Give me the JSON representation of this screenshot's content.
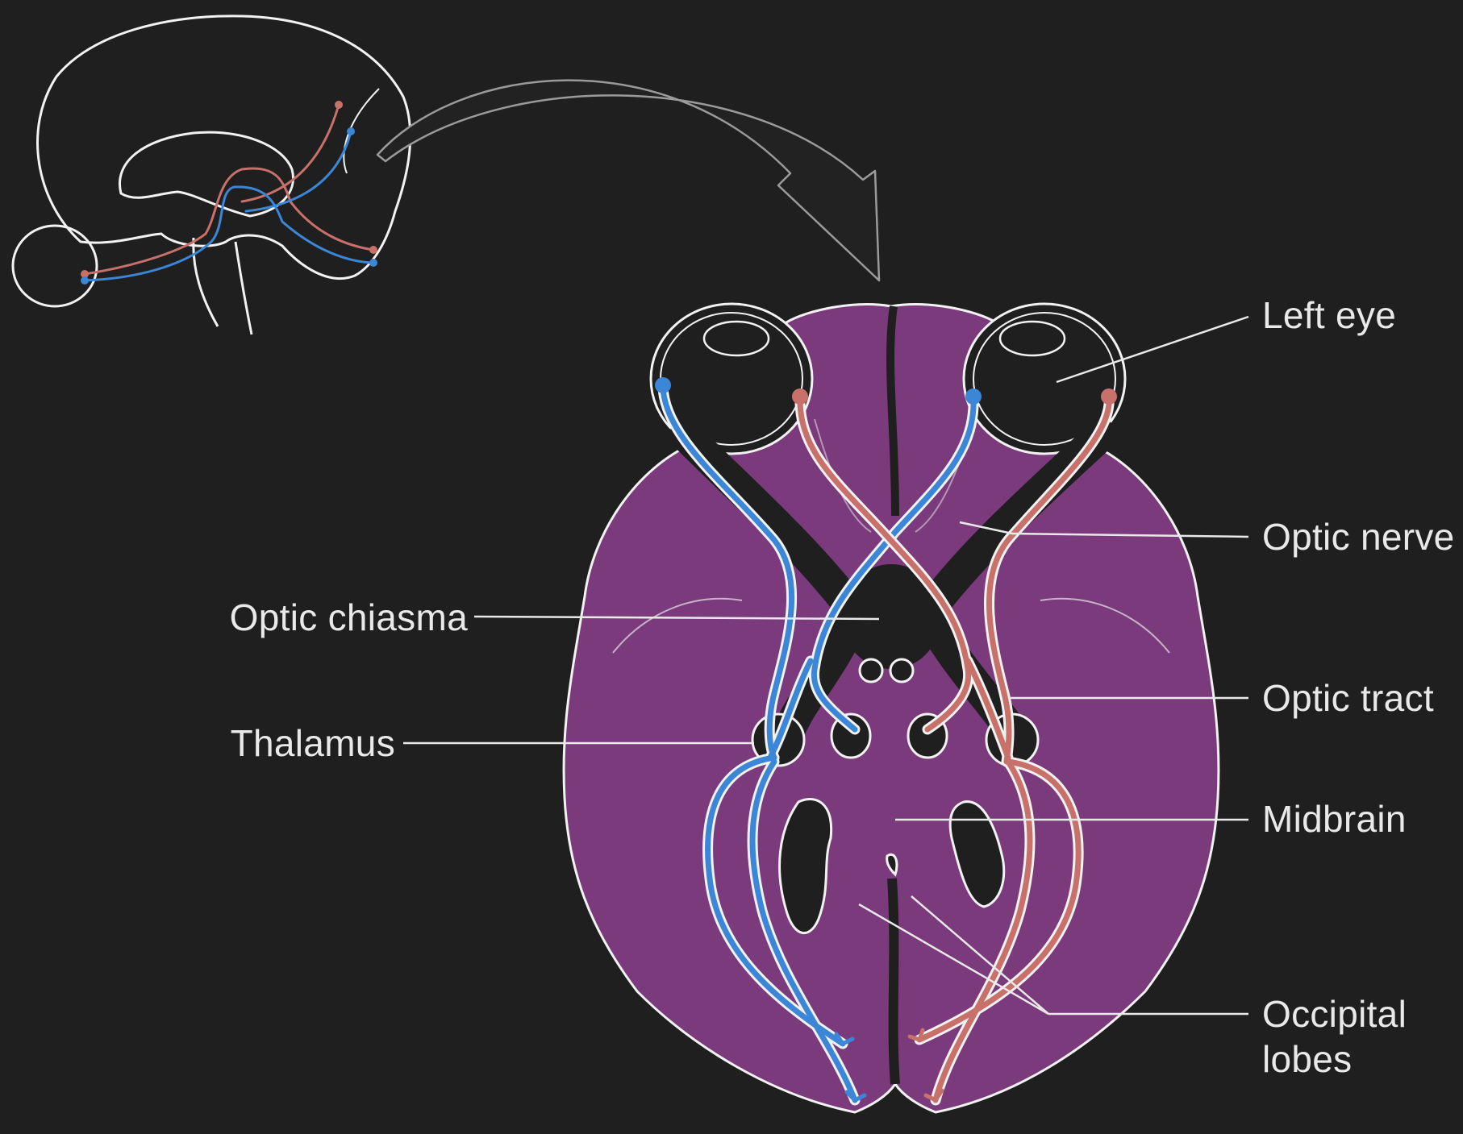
{
  "labels": {
    "left_eye": "Left eye",
    "optic_nerve": "Optic nerve",
    "optic_chiasma": "Optic chiasma",
    "optic_tract": "Optic tract",
    "thalamus": "Thalamus",
    "midbrain": "Midbrain",
    "occipital_lobes_line1": "Occipital",
    "occipital_lobes_line2": "lobes"
  },
  "colors": {
    "background": "#1f1f1f",
    "brain": "#7a3a7c",
    "outline": "#f2f2f2",
    "right_visual_field_pathway": "#3b86d6",
    "left_visual_field_pathway": "#c8716b",
    "arrow": "#9a9a9a"
  }
}
